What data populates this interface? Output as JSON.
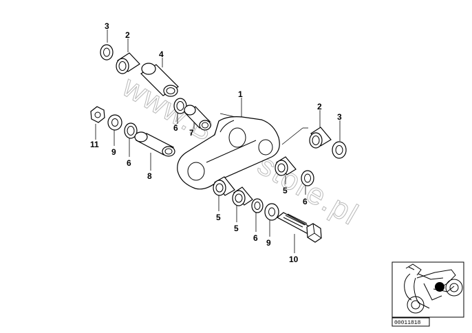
{
  "watermark": "www.BMWstore.pl",
  "callouts": {
    "c3_left": "3",
    "c2_left": "2",
    "c4": "4",
    "c1": "1",
    "c2_right": "2",
    "c3_right": "3",
    "c11": "11",
    "c9_left": "9",
    "c6_left": "6",
    "c6_upper": "6",
    "c7": "7",
    "c8": "8",
    "c5_right": "5",
    "c6_right": "6",
    "c5_lower_a": "5",
    "c5_lower_b": "5",
    "c6_lower": "6",
    "c9_lower": "9",
    "c10": "10"
  },
  "thumbnail": {
    "reference_number": "00011818",
    "marker_color": "#000000"
  }
}
